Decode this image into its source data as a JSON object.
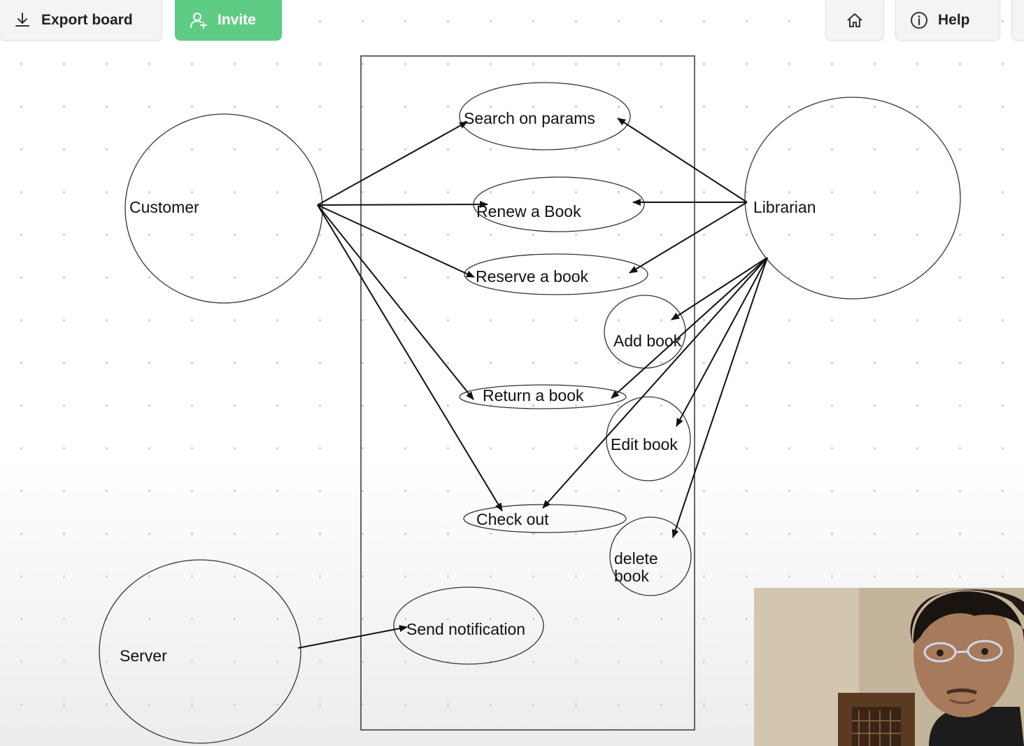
{
  "toolbar": {
    "export_label": "Export board",
    "invite_label": "Invite",
    "help_label": "Help",
    "invite_color": "#5fcc86"
  },
  "icons": {
    "export": "download-icon",
    "invite": "add-user-icon",
    "home": "home-icon",
    "help": "info-icon"
  },
  "diagram": {
    "actors": {
      "customer": "Customer",
      "librarian": "Librarian",
      "server": "Server"
    },
    "use_cases": {
      "search": "Search on params",
      "renew": "Renew a Book",
      "reserve": "Reserve a book",
      "add": "Add book",
      "return": "Return a book",
      "edit": "Edit book",
      "checkout": "Check out",
      "delete_line1": "delete",
      "delete_line2": "book",
      "notify": "Send notification"
    }
  },
  "webcam": {
    "description": "presenter-video"
  }
}
